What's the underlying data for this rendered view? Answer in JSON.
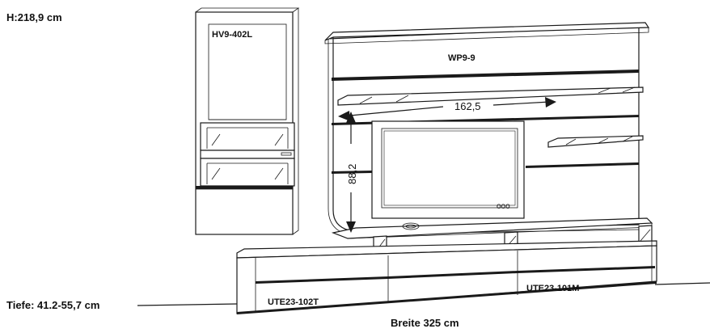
{
  "labels": {
    "height": "H:218,9 cm",
    "cabinet": "HV9-402L",
    "wall_panel": "WP9-9",
    "width_dim": "162,5",
    "height_dim": "88,2",
    "left_lowboard": "UTE23-102T",
    "right_lowboard": "UTE23-101M",
    "depth": "Tiefe: 41.2-55,7 cm",
    "breite": "Breite  325 cm"
  },
  "tv_buttons": "ooo"
}
